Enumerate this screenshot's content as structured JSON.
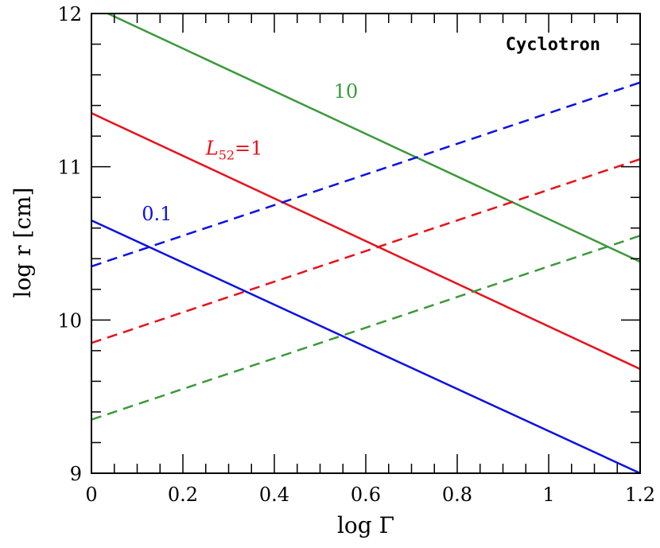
{
  "chart_data": {
    "type": "line",
    "title": "",
    "xlabel": "log Γ",
    "ylabel": "log r [cm]",
    "xlim": [
      0,
      1.2
    ],
    "ylim": [
      9,
      12
    ],
    "grid": false,
    "x_ticks": [
      0,
      0.2,
      0.4,
      0.6,
      0.8,
      1,
      1.2
    ],
    "x_tick_labels": [
      "0",
      "0.2",
      "0.4",
      "0.6",
      "0.8",
      "1",
      "1.2"
    ],
    "y_ticks": [
      9,
      10,
      11,
      12
    ],
    "y_tick_labels": [
      "9",
      "10",
      "11",
      "12"
    ],
    "annotation_text": "Cyclotron",
    "series": [
      {
        "color": "#0a10e6",
        "style": "solid",
        "x": [
          0,
          1.2
        ],
        "y": [
          10.65,
          9.0
        ]
      },
      {
        "color": "#e8101a",
        "style": "solid",
        "x": [
          0,
          1.2
        ],
        "y": [
          11.35,
          9.68
        ]
      },
      {
        "color": "#3a9a3a",
        "style": "solid",
        "x": [
          0,
          1.2
        ],
        "y": [
          12.05,
          10.38
        ]
      },
      {
        "color": "#0a10e6",
        "style": "dashed",
        "x": [
          0,
          1.2
        ],
        "y": [
          10.35,
          11.55
        ]
      },
      {
        "color": "#e8101a",
        "style": "dashed",
        "x": [
          0,
          1.2
        ],
        "y": [
          9.85,
          11.05
        ]
      },
      {
        "color": "#3a9a3a",
        "style": "dashed",
        "x": [
          0,
          1.2
        ],
        "y": [
          9.35,
          10.55
        ]
      }
    ],
    "curve_labels": [
      {
        "text": "0.1",
        "color": "#0a10e6",
        "x": 0.11,
        "y": 10.65
      },
      {
        "text": "10",
        "color": "#3a9a3a",
        "x": 0.53,
        "y": 11.45
      },
      {
        "main": "L",
        "sub": "52",
        "rest": "=1",
        "color": "#e8101a",
        "x": 0.25,
        "y": 11.08
      }
    ]
  }
}
